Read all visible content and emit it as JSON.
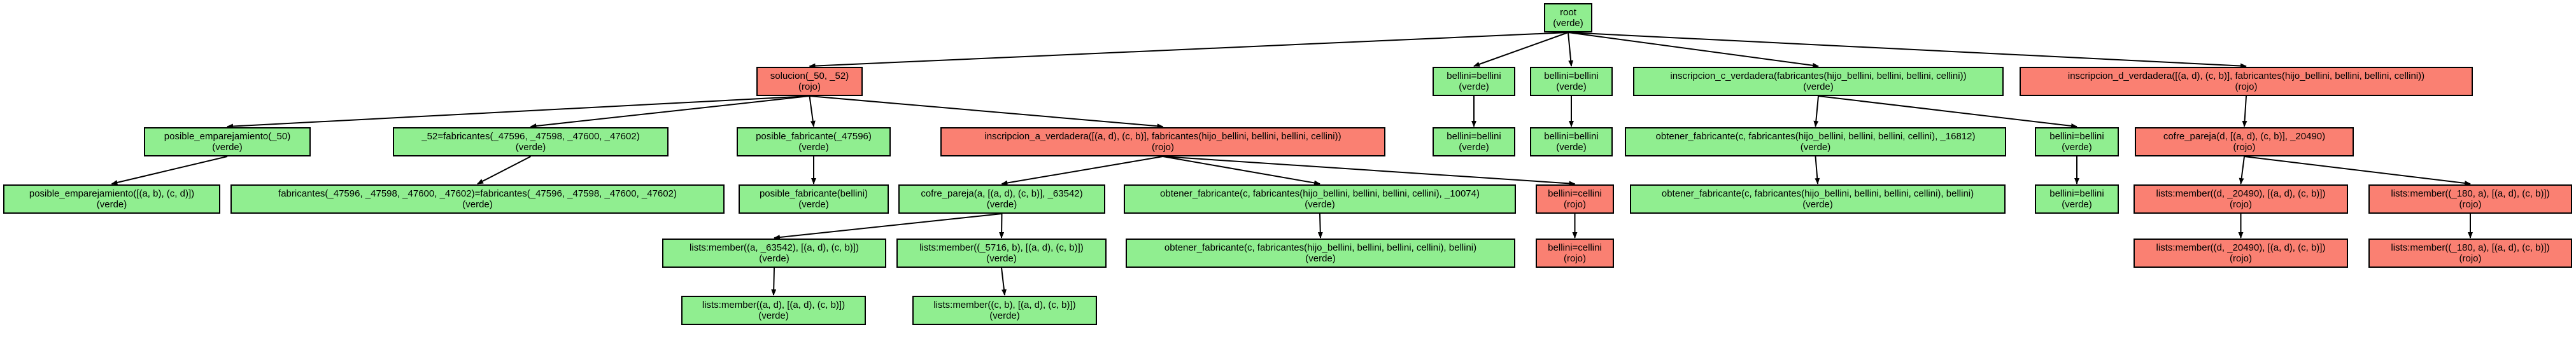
{
  "colors": {
    "verde": "#90ee90",
    "rojo": "#fa8072",
    "edge": "#000000"
  },
  "tree": {
    "nodes": [
      {
        "id": "n0",
        "label": "root",
        "status": "(verde)",
        "color": "verde"
      },
      {
        "id": "n1",
        "label": "solucion(_50, _52)",
        "status": "(rojo)",
        "color": "rojo"
      },
      {
        "id": "n2",
        "label": "bellini=bellini",
        "status": "(verde)",
        "color": "verde"
      },
      {
        "id": "n3",
        "label": "bellini=bellini",
        "status": "(verde)",
        "color": "verde"
      },
      {
        "id": "n4",
        "label": "inscripcion_c_verdadera(fabricantes(hijo_bellini, bellini, bellini, cellini))",
        "status": "(verde)",
        "color": "verde"
      },
      {
        "id": "n5",
        "label": "inscripcion_d_verdadera([(a, d), (c, b)], fabricantes(hijo_bellini, bellini, bellini, cellini))",
        "status": "(rojo)",
        "color": "rojo"
      },
      {
        "id": "n6",
        "label": "posible_emparejamiento(_50)",
        "status": "(verde)",
        "color": "verde"
      },
      {
        "id": "n7",
        "label": "_52=fabricantes(_47596, _47598, _47600, _47602)",
        "status": "(verde)",
        "color": "verde"
      },
      {
        "id": "n8",
        "label": "posible_fabricante(_47596)",
        "status": "(verde)",
        "color": "verde"
      },
      {
        "id": "n9",
        "label": "inscripcion_a_verdadera([(a, d), (c, b)], fabricantes(hijo_bellini, bellini, bellini, cellini))",
        "status": "(rojo)",
        "color": "rojo"
      },
      {
        "id": "n10",
        "label": "bellini=bellini",
        "status": "(verde)",
        "color": "verde"
      },
      {
        "id": "n11",
        "label": "bellini=bellini",
        "status": "(verde)",
        "color": "verde"
      },
      {
        "id": "n12",
        "label": "obtener_fabricante(c, fabricantes(hijo_bellini, bellini, bellini, cellini), _16812)",
        "status": "(verde)",
        "color": "verde"
      },
      {
        "id": "n13",
        "label": "bellini=bellini",
        "status": "(verde)",
        "color": "verde"
      },
      {
        "id": "n14",
        "label": "cofre_pareja(d, [(a, d), (c, b)], _20490)",
        "status": "(rojo)",
        "color": "rojo"
      },
      {
        "id": "n15",
        "label": "posible_emparejamiento([(a, b), (c, d)])",
        "status": "(verde)",
        "color": "verde"
      },
      {
        "id": "n16",
        "label": "fabricantes(_47596, _47598, _47600, _47602)=fabricantes(_47596, _47598, _47600, _47602)",
        "status": "(verde)",
        "color": "verde"
      },
      {
        "id": "n17",
        "label": "posible_fabricante(bellini)",
        "status": "(verde)",
        "color": "verde"
      },
      {
        "id": "n18",
        "label": "cofre_pareja(a, [(a, d), (c, b)], _63542)",
        "status": "(verde)",
        "color": "verde"
      },
      {
        "id": "n19",
        "label": "obtener_fabricante(c, fabricantes(hijo_bellini, bellini, bellini, cellini), _10074)",
        "status": "(verde)",
        "color": "verde"
      },
      {
        "id": "n20",
        "label": "bellini=cellini",
        "status": "(rojo)",
        "color": "rojo"
      },
      {
        "id": "n21",
        "label": "obtener_fabricante(c, fabricantes(hijo_bellini, bellini, bellini, cellini), bellini)",
        "status": "(verde)",
        "color": "verde"
      },
      {
        "id": "n22",
        "label": "bellini=bellini",
        "status": "(verde)",
        "color": "verde"
      },
      {
        "id": "n23",
        "label": "lists:member((d, _20490), [(a, d), (c, b)])",
        "status": "(rojo)",
        "color": "rojo"
      },
      {
        "id": "n24",
        "label": "lists:member((_180, a), [(a, d), (c, b)])",
        "status": "(rojo)",
        "color": "rojo"
      },
      {
        "id": "n25",
        "label": "lists:member((a, _63542), [(a, d), (c, b)])",
        "status": "(verde)",
        "color": "verde"
      },
      {
        "id": "n26",
        "label": "lists:member((_5716, b), [(a, d), (c, b)])",
        "status": "(verde)",
        "color": "verde"
      },
      {
        "id": "n27",
        "label": "obtener_fabricante(c, fabricantes(hijo_bellini, bellini, bellini, cellini), bellini)",
        "status": "(verde)",
        "color": "verde"
      },
      {
        "id": "n28",
        "label": "bellini=cellini",
        "status": "(rojo)",
        "color": "rojo"
      },
      {
        "id": "n29",
        "label": "lists:member((d, _20490), [(a, d), (c, b)])",
        "status": "(rojo)",
        "color": "rojo"
      },
      {
        "id": "n30",
        "label": "lists:member((_180, a), [(a, d), (c, b)])",
        "status": "(rojo)",
        "color": "rojo"
      },
      {
        "id": "n31",
        "label": "lists:member((a, d), [(a, d), (c, b)])",
        "status": "(verde)",
        "color": "verde"
      },
      {
        "id": "n32",
        "label": "lists:member((c, b), [(a, d), (c, b)])",
        "status": "(verde)",
        "color": "verde"
      }
    ],
    "edges": [
      [
        "n0",
        "n1"
      ],
      [
        "n0",
        "n2"
      ],
      [
        "n0",
        "n3"
      ],
      [
        "n0",
        "n4"
      ],
      [
        "n0",
        "n5"
      ],
      [
        "n1",
        "n6"
      ],
      [
        "n1",
        "n7"
      ],
      [
        "n1",
        "n8"
      ],
      [
        "n1",
        "n9"
      ],
      [
        "n2",
        "n10"
      ],
      [
        "n3",
        "n11"
      ],
      [
        "n4",
        "n12"
      ],
      [
        "n4",
        "n13"
      ],
      [
        "n5",
        "n14"
      ],
      [
        "n6",
        "n15"
      ],
      [
        "n7",
        "n16"
      ],
      [
        "n8",
        "n17"
      ],
      [
        "n9",
        "n18"
      ],
      [
        "n9",
        "n19"
      ],
      [
        "n9",
        "n20"
      ],
      [
        "n12",
        "n21"
      ],
      [
        "n13",
        "n22"
      ],
      [
        "n14",
        "n23"
      ],
      [
        "n14",
        "n24"
      ],
      [
        "n18",
        "n25"
      ],
      [
        "n18",
        "n26"
      ],
      [
        "n19",
        "n27"
      ],
      [
        "n20",
        "n28"
      ],
      [
        "n23",
        "n29"
      ],
      [
        "n24",
        "n30"
      ],
      [
        "n25",
        "n31"
      ],
      [
        "n26",
        "n32"
      ]
    ]
  }
}
